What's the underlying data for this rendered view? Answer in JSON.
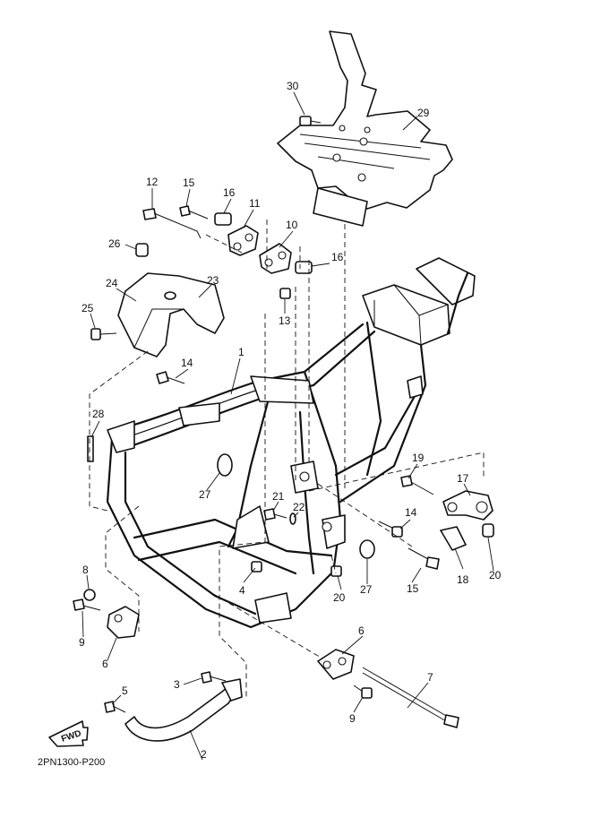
{
  "diagram": {
    "code": "2PN1300-P200",
    "fwd_label": "FWD",
    "callouts": [
      {
        "id": "c1",
        "text": "1"
      },
      {
        "id": "c2",
        "text": "2"
      },
      {
        "id": "c3",
        "text": "3"
      },
      {
        "id": "c4",
        "text": "4"
      },
      {
        "id": "c5",
        "text": "5"
      },
      {
        "id": "c6a",
        "text": "6"
      },
      {
        "id": "c6b",
        "text": "6"
      },
      {
        "id": "c7",
        "text": "7"
      },
      {
        "id": "c8",
        "text": "8"
      },
      {
        "id": "c9a",
        "text": "9"
      },
      {
        "id": "c9b",
        "text": "9"
      },
      {
        "id": "c10",
        "text": "10"
      },
      {
        "id": "c11",
        "text": "11"
      },
      {
        "id": "c12",
        "text": "12"
      },
      {
        "id": "c13",
        "text": "13"
      },
      {
        "id": "c14a",
        "text": "14"
      },
      {
        "id": "c14b",
        "text": "14"
      },
      {
        "id": "c15a",
        "text": "15"
      },
      {
        "id": "c15b",
        "text": "15"
      },
      {
        "id": "c16a",
        "text": "16"
      },
      {
        "id": "c16b",
        "text": "16"
      },
      {
        "id": "c17",
        "text": "17"
      },
      {
        "id": "c18",
        "text": "18"
      },
      {
        "id": "c19",
        "text": "19"
      },
      {
        "id": "c20a",
        "text": "20"
      },
      {
        "id": "c20b",
        "text": "20"
      },
      {
        "id": "c21",
        "text": "21"
      },
      {
        "id": "c22",
        "text": "22"
      },
      {
        "id": "c23",
        "text": "23"
      },
      {
        "id": "c24",
        "text": "24"
      },
      {
        "id": "c25",
        "text": "25"
      },
      {
        "id": "c26",
        "text": "26"
      },
      {
        "id": "c27a",
        "text": "27"
      },
      {
        "id": "c27b",
        "text": "27"
      },
      {
        "id": "c28",
        "text": "28"
      },
      {
        "id": "c29",
        "text": "29"
      },
      {
        "id": "c30",
        "text": "30"
      }
    ]
  }
}
